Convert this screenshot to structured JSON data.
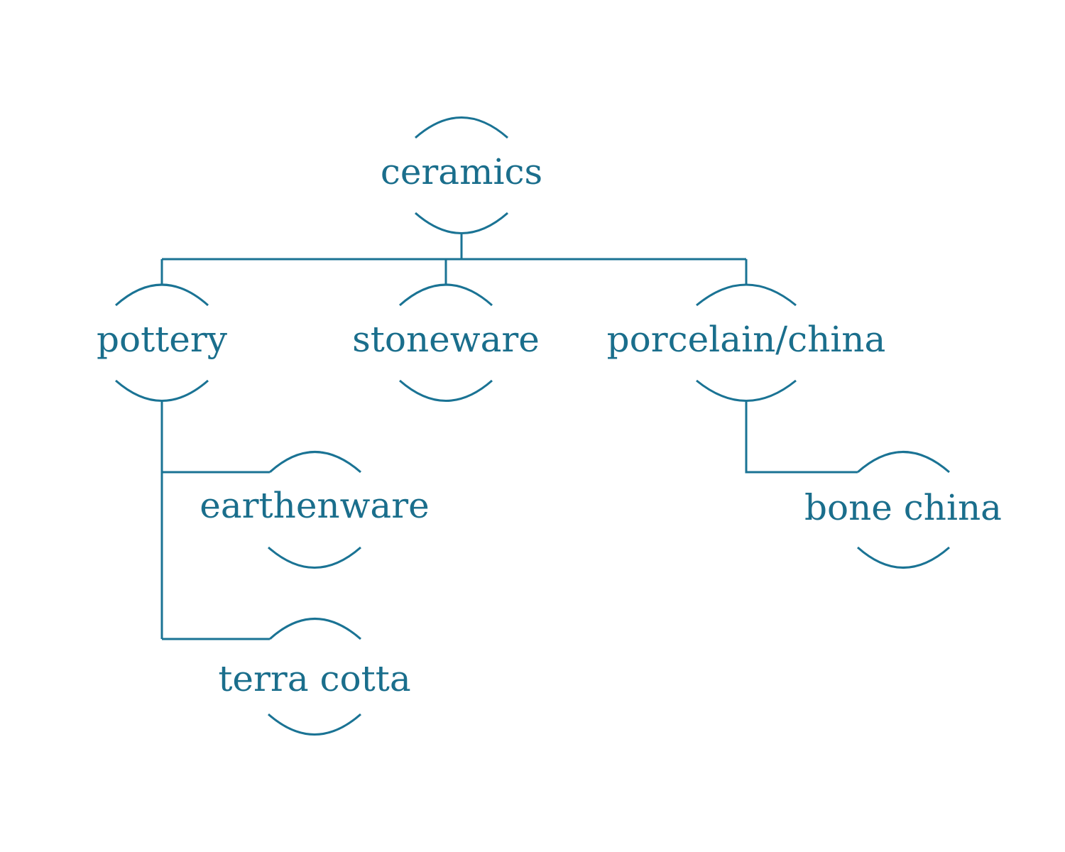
{
  "colors": {
    "stroke": "#1a7394",
    "text": "#1a6e8c"
  },
  "nodes": {
    "ceramics": "ceramics",
    "pottery": "pottery",
    "stoneware": "stoneware",
    "porcelain": "porcelain/china",
    "earthenware": "earthenware",
    "terra_cotta": "terra cotta",
    "bone_china": "bone china"
  }
}
